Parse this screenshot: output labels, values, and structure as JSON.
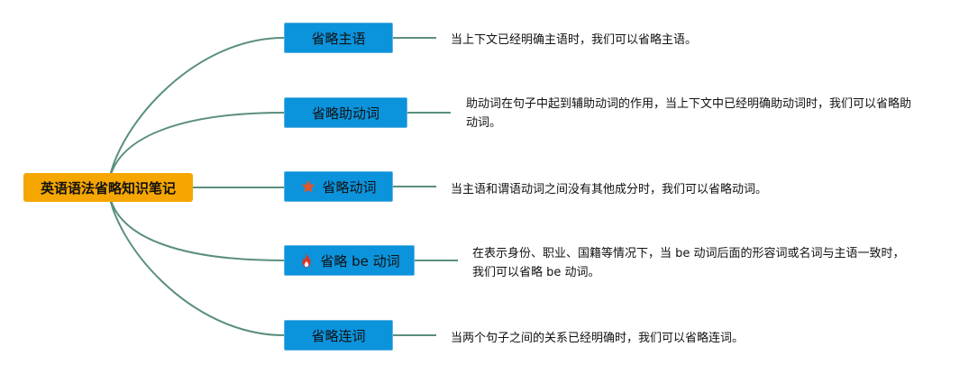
{
  "root": {
    "label": "英语语法省略知识笔记",
    "color": "#f6a600"
  },
  "link_color": "#5a8f7b",
  "branch_color": "#0b93dc",
  "branches": [
    {
      "label": "省略主语",
      "icon": "none",
      "description": "当上下文已经明确主语时，我们可以省略主语。"
    },
    {
      "label": "省略助动词",
      "icon": "none",
      "description": "助动词在句子中起到辅助动词的作用，当上下文中已经明确助动词时，我们可以省略助动词。"
    },
    {
      "label": "省略动词",
      "icon": "star-icon",
      "description": "当主语和谓语动词之间没有其他成分时，我们可以省略动词。"
    },
    {
      "label": "省略 be 动词",
      "icon": "fire-icon",
      "description": "在表示身份、职业、国籍等情况下，当 be 动词后面的形容词或名词与主语一致时，我们可以省略 be 动词。"
    },
    {
      "label": "省略连词",
      "icon": "none",
      "description": "当两个句子之间的关系已经明确时，我们可以省略连词。"
    }
  ]
}
